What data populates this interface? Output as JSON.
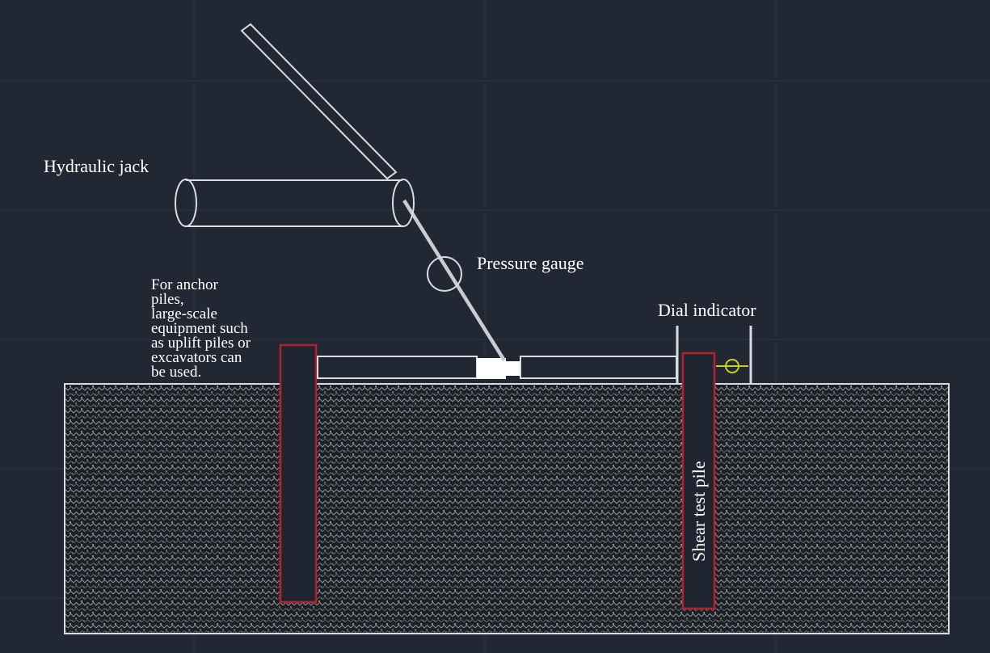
{
  "labels": {
    "hydraulic_jack": "Hydraulic jack",
    "pressure_gauge": "Pressure gauge",
    "dial_indicator": "Dial indicator",
    "shear_test_pile": "Shear test pile",
    "anchor_note": [
      "For anchor",
      "piles,",
      "large-scale",
      "equipment such",
      "as uplift piles or",
      "excavators can",
      "be used."
    ]
  },
  "colors": {
    "background": "#212833",
    "outline": "#d9dde3",
    "pile_outline": "#b5202e",
    "indicator": "#c8d21e",
    "soil": "#1c1f24"
  }
}
